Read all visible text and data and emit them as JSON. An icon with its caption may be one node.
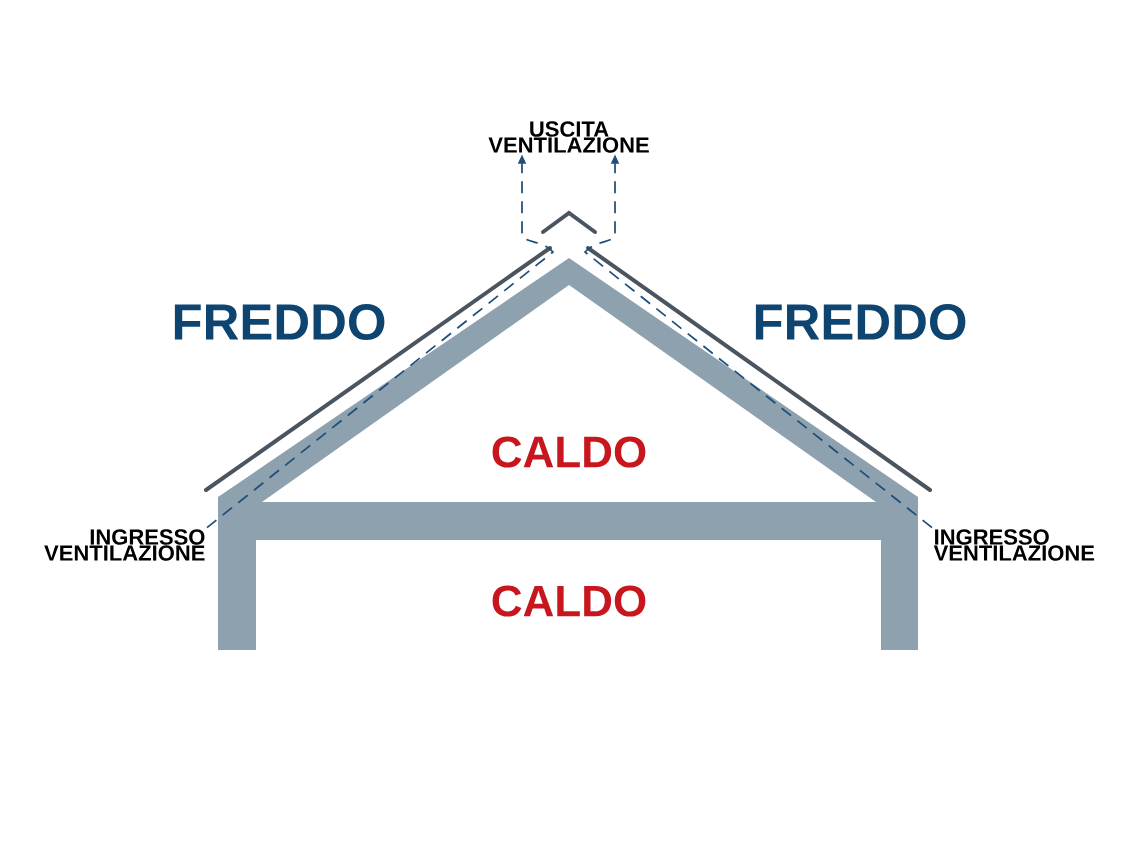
{
  "diagram": {
    "nodes": [
      {
        "text": [
          "USCITA VENTILAZIONE"
        ]
      },
      {
        "text": [
          "INGRESSO VENTILAZIONE"
        ]
      },
      {
        "text": [
          "INGRESSO VENTILAZIONE"
        ]
      }
    ],
    "edges": [
      {
        "from": 1,
        "to": 0,
        "arrow": "to",
        "style": "dashed"
      },
      {
        "from": 2,
        "to": 0,
        "arrow": "to",
        "style": "dashed"
      }
    ],
    "labels": [
      "FREDDO",
      "FREDDO",
      "CALDO",
      "CALDO"
    ]
  }
}
